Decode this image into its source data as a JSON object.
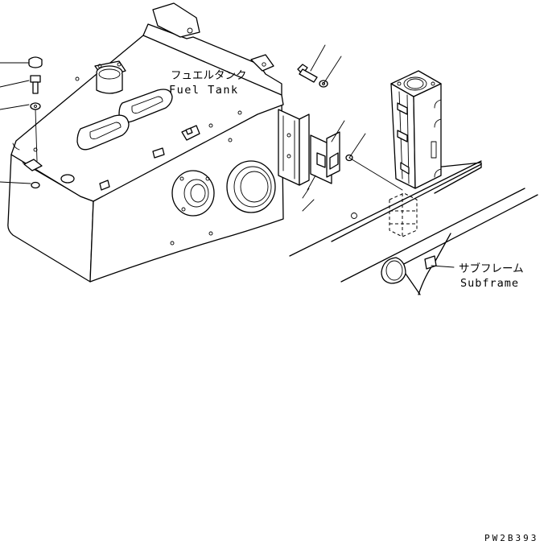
{
  "labels": {
    "fuel_tank_jp": "フュエルタンク",
    "fuel_tank_en": "Fuel Tank",
    "subframe_jp": "サブフレーム",
    "subframe_en": "Subframe"
  },
  "drawing_code": "PW2B393"
}
